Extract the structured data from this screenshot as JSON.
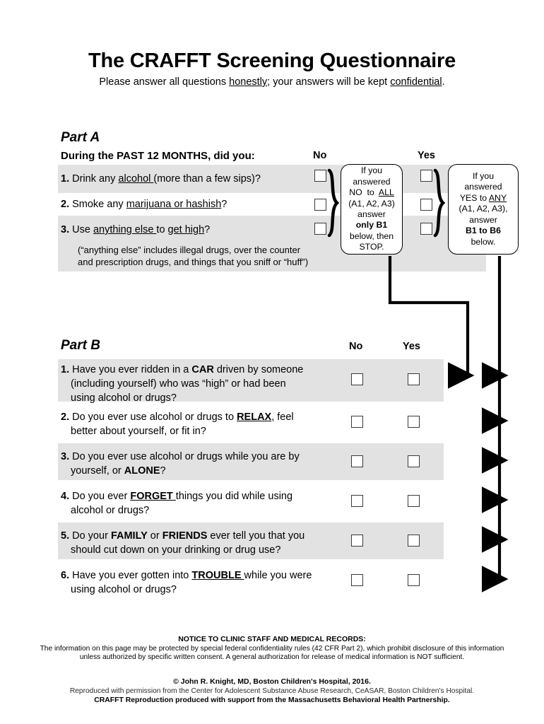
{
  "document": {
    "title": "The CRAFFT Screening Questionnaire",
    "subtitle_pre": "Please answer all questions ",
    "subtitle_underline1": "honestly",
    "subtitle_mid": "; your answers will be kept ",
    "subtitle_underline2": "confidential",
    "subtitle_post": "."
  },
  "part_a": {
    "label": "Part A",
    "prompt": "During the PAST 12 MONTHS, did you:",
    "col_no": "No",
    "col_yes": "Yes",
    "questions": [
      {
        "num": "1.",
        "text": "Drink any alcohol (more than a few sips)?"
      },
      {
        "num": "2.",
        "text": "Smoke any marijuana or hashish?"
      },
      {
        "num": "3.",
        "text": "Use anything else to get high?"
      }
    ],
    "note_line1": "(“anything else” includes illegal drugs, over the counter",
    "note_line2": "and prescription drugs, and things that you sniff or “huff”)",
    "callout_no": {
      "line1": "If you",
      "line2": "answered",
      "line3": "NO  to  ALL",
      "line4": "(A1, A2, A3)",
      "line5": "answer",
      "line6": "only B1",
      "line7": "below, then",
      "line8": "STOP."
    },
    "callout_yes": {
      "line1": "If you",
      "line2": "answered",
      "line3": "YES to ANY",
      "line4": "(A1, A2, A3),",
      "line5": "answer",
      "line6": "B1 to B6",
      "line7": "below."
    }
  },
  "part_b": {
    "label": "Part B",
    "col_no": "No",
    "col_yes": "Yes",
    "questions": [
      {
        "num": "1.",
        "lines": [
          "Have you ever ridden in a CAR driven by someone",
          "(including yourself) who was “high” or had been",
          "using alcohol or drugs?"
        ]
      },
      {
        "num": "2.",
        "lines": [
          "Do you ever use alcohol or drugs to RELAX, feel",
          "better about yourself, or fit in?"
        ]
      },
      {
        "num": "3.",
        "lines": [
          "Do you ever use alcohol or drugs while you are by",
          "yourself, or ALONE?"
        ]
      },
      {
        "num": "4.",
        "lines": [
          "Do you ever FORGET things you did while using",
          "alcohol or drugs?"
        ]
      },
      {
        "num": "5.",
        "lines": [
          "Do your FAMILY or FRIENDS ever tell you that you",
          "should cut down on your drinking or drug use?"
        ]
      },
      {
        "num": "6.",
        "lines": [
          "Have you ever gotten into TROUBLE while you were",
          "using alcohol or drugs?"
        ]
      }
    ]
  },
  "footer": {
    "notice_title": "NOTICE TO CLINIC STAFF AND MEDICAL RECORDS:",
    "notice_line1": "The information on this page may be protected by special federal confidentiality rules (42 CFR Part 2), which prohibit disclosure of this information",
    "notice_line2": "unless authorized by specific written consent.  A general authorization for release of medical information is NOT sufficient.",
    "copyright": "© John R. Knight, MD, Boston Children's Hospital, 2016.",
    "reproduced": "Reproduced with permission from the Center for Adolescent Substance Abuse Research, CeASAR, Boston Children's Hospital.",
    "support": "CRAFFT Reproduction produced with support from the Massachusetts Behavioral Health Partnership."
  },
  "colors": {
    "band": "#e2e2e2",
    "ink": "#000000",
    "checkbox_border": "#3a3a3a"
  }
}
